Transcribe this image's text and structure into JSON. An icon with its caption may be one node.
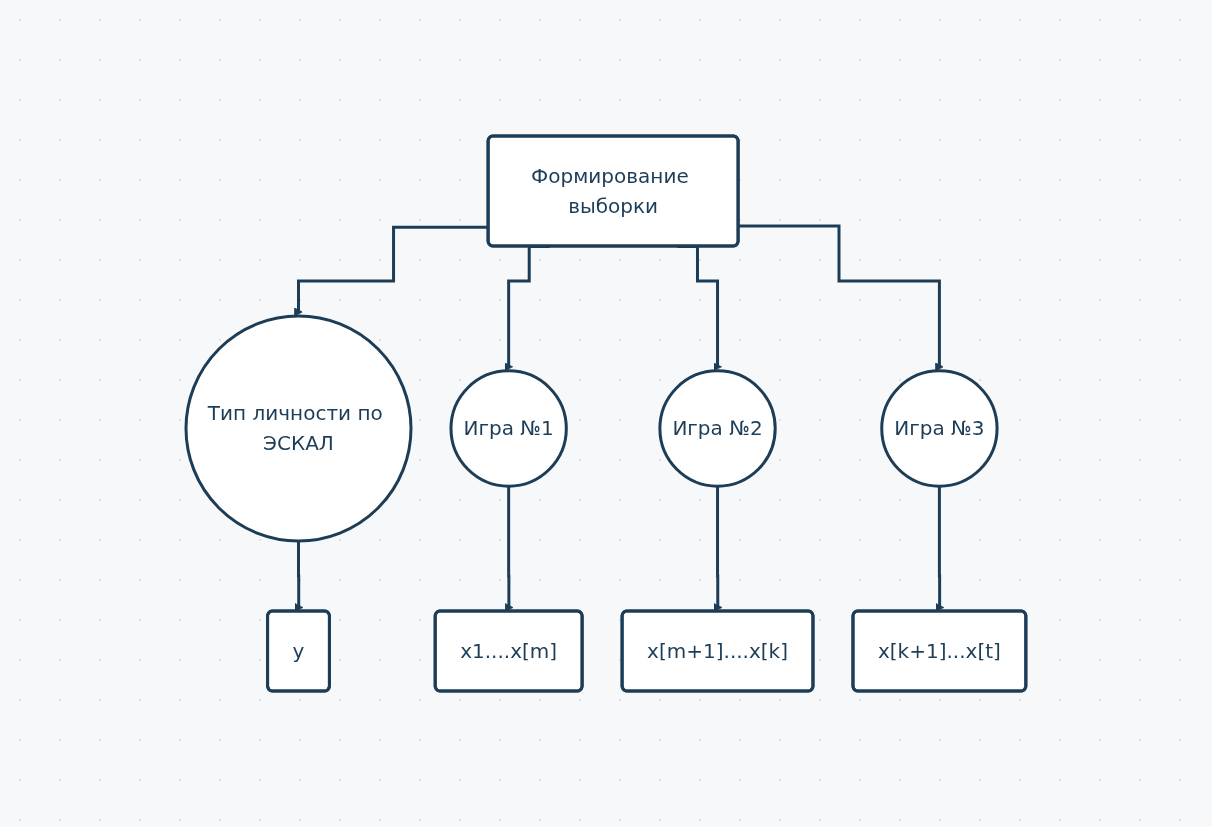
{
  "diagram": {
    "nodes": [
      {
        "text": [
          "Формирование выборки"
        ]
      },
      {
        "text": [
          "Тип личности по ЭСКАЛ"
        ]
      },
      {
        "text": [
          "Игра №1"
        ]
      },
      {
        "text": [
          "Игра №2"
        ]
      },
      {
        "text": [
          "Игра №3"
        ]
      },
      {
        "text": [
          "y"
        ]
      },
      {
        "text": [
          "x1....x[m]"
        ]
      },
      {
        "text": [
          "x[m+1]....x[k]"
        ]
      },
      {
        "text": [
          "x[k+1]...x[t]"
        ]
      }
    ],
    "edges": [
      {
        "from": 0,
        "to": 1,
        "arrow": "to"
      },
      {
        "from": 0,
        "to": 2,
        "arrow": "to"
      },
      {
        "from": 0,
        "to": 3,
        "arrow": "to"
      },
      {
        "from": 0,
        "to": 4,
        "arrow": "to"
      },
      {
        "from": 1,
        "to": 5,
        "arrow": "to"
      },
      {
        "from": 2,
        "to": 6,
        "arrow": "to"
      },
      {
        "from": 3,
        "to": 7,
        "arrow": "to"
      },
      {
        "from": 4,
        "to": 8,
        "arrow": "to"
      }
    ]
  }
}
